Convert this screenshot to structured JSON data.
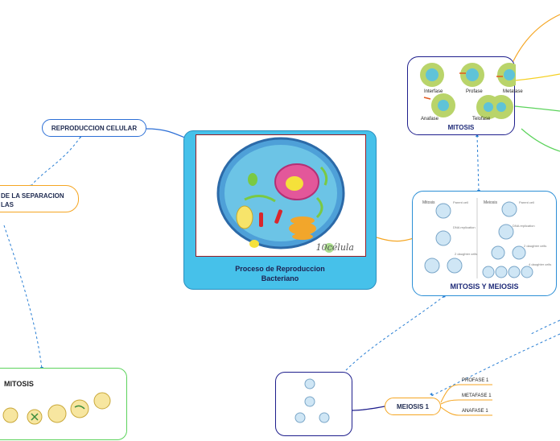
{
  "central": {
    "title_line1": "Proceso de Reproduccion",
    "title_line2": "Bacteriano",
    "image_caption": "10célula"
  },
  "nodes": {
    "reproduccion_celular": "REPRODUCCION CELULAR",
    "separacion_line1": "DE LA SEPARACION",
    "separacion_line2": "LAS",
    "mitosis_top": "MITOSIS",
    "mitosis_y_meiosis": "MITOSIS Y MEIOSIS",
    "meiosis1": "MEIOSIS 1",
    "mitosis_bottom_left": "MITOSIS"
  },
  "mitosis_phases": [
    "Interfase",
    "Profase",
    "Metafase",
    "Anafase",
    "Telofase"
  ],
  "meiosis_phases": [
    "PROFASE 1",
    "METAFASE 1",
    "ANAFASE 1"
  ],
  "mm_diagram_labels": {
    "left_title": "Mitosis",
    "right_title": "Meiosis",
    "parent": "Parent cell",
    "parent2": "Parent cell",
    "dna_rep": "DNA replication",
    "dna_rep2": "DNA replication",
    "two_daughters": "2 daughter cells",
    "two_daughters2": "2 daughter cells",
    "four_daughters": "4 daughter cells"
  },
  "colors": {
    "central_fill": "#46c1ea",
    "central_border": "#2a8fbf",
    "image_border": "#9b1c24",
    "navy": "#1e1e8c",
    "orange": "#f5a623",
    "green": "#5cd35c",
    "blue_line": "#2c6fd6",
    "dash": "#2a7fd4"
  }
}
